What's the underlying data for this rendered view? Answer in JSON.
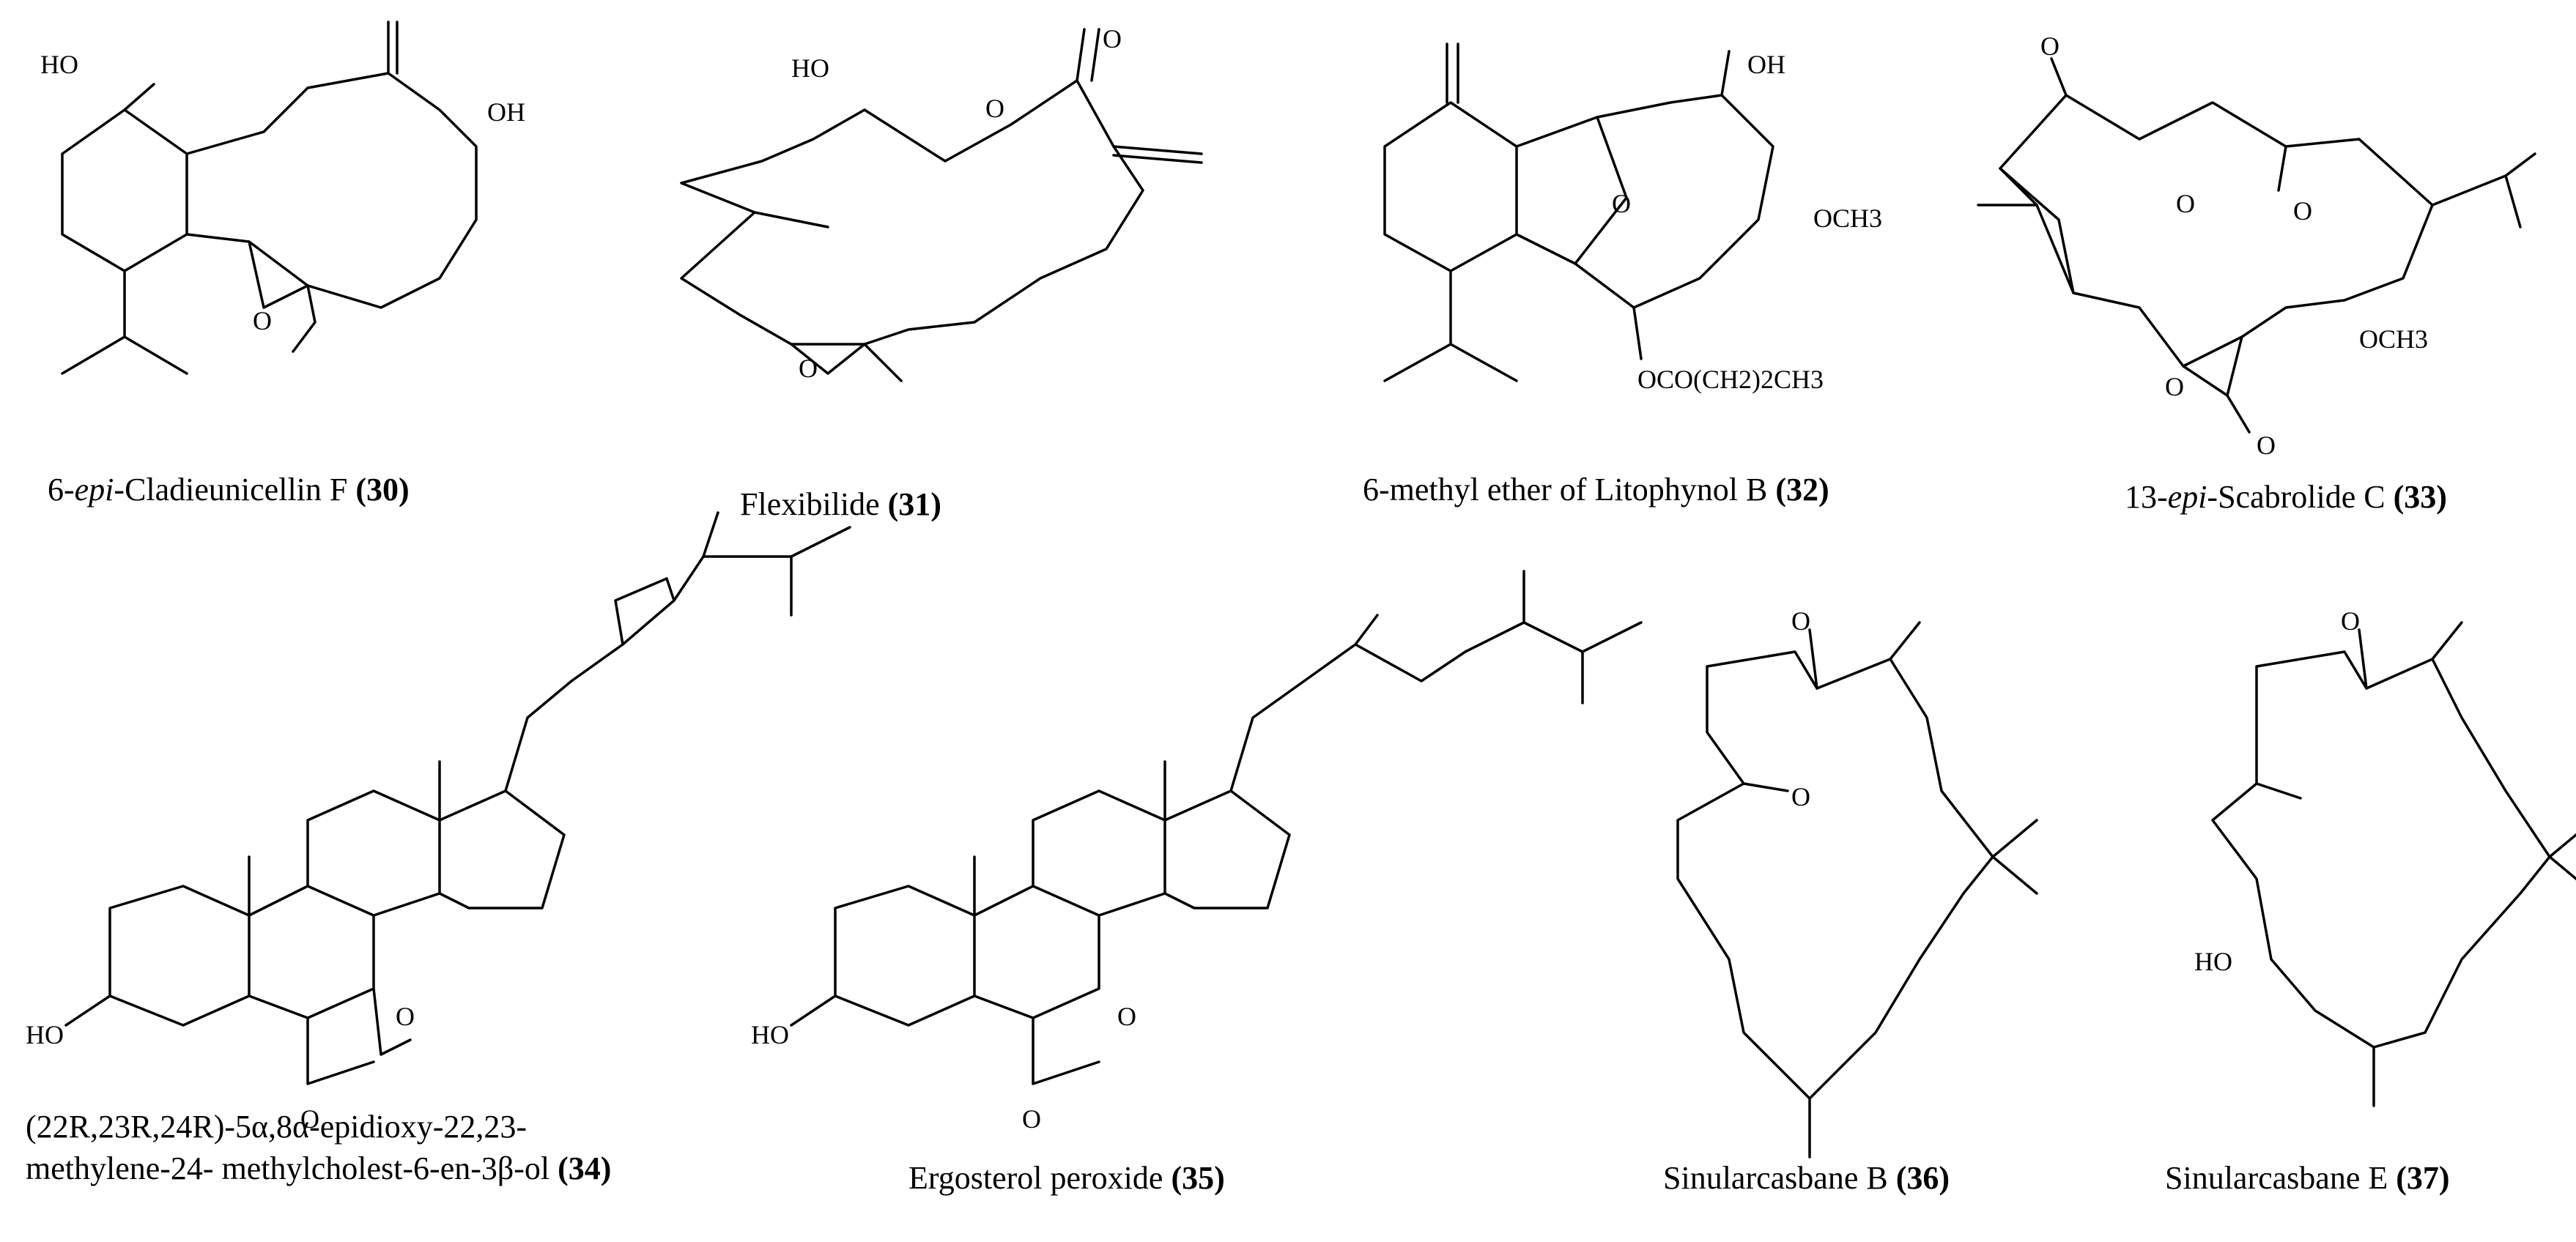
{
  "compounds": [
    {
      "id": "30",
      "name_pre": "6-",
      "name_it": "epi",
      "name_post": "-Cladieunicellin F ",
      "num": "(30)",
      "atoms": [
        "HO",
        "OH",
        "O"
      ]
    },
    {
      "id": "31",
      "name_pre": "Flexibilide ",
      "name_it": "",
      "name_post": "",
      "num": "(31)",
      "atoms": [
        "HO",
        "O",
        "O",
        "O"
      ]
    },
    {
      "id": "32",
      "name_pre": "6-methyl ether of Litophynol B ",
      "name_it": "",
      "name_post": "",
      "num": "(32)",
      "atoms": [
        "OH",
        "OCH3",
        "O",
        "OCO(CH2)2CH3"
      ]
    },
    {
      "id": "33",
      "name_pre": "13-",
      "name_it": "epi",
      "name_post": "-Scabrolide C  ",
      "num": "(33)",
      "atoms": [
        "O",
        "O",
        "O",
        "OCH3",
        "O",
        "O"
      ]
    },
    {
      "id": "34",
      "line1": "(22R,23R,24R)-5α,8α-epidioxy-22,23-",
      "line2": "methylene-24- methylcholest-6-en-3β-ol  ",
      "num": "(34)",
      "atoms": [
        "HO",
        "O",
        "O"
      ]
    },
    {
      "id": "35",
      "name_pre": "Ergosterol peroxide  ",
      "name_it": "",
      "name_post": "",
      "num": "(35)",
      "atoms": [
        "HO",
        "O",
        "O"
      ]
    },
    {
      "id": "36",
      "name_pre": "Sinularcasbane B ",
      "name_it": "",
      "name_post": "",
      "num": "(36)",
      "atoms": [
        "O",
        "O"
      ]
    },
    {
      "id": "37",
      "name_pre": "Sinularcasbane E ",
      "name_it": "",
      "name_post": "",
      "num": "(37)",
      "atoms": [
        "O",
        "HO"
      ]
    }
  ]
}
